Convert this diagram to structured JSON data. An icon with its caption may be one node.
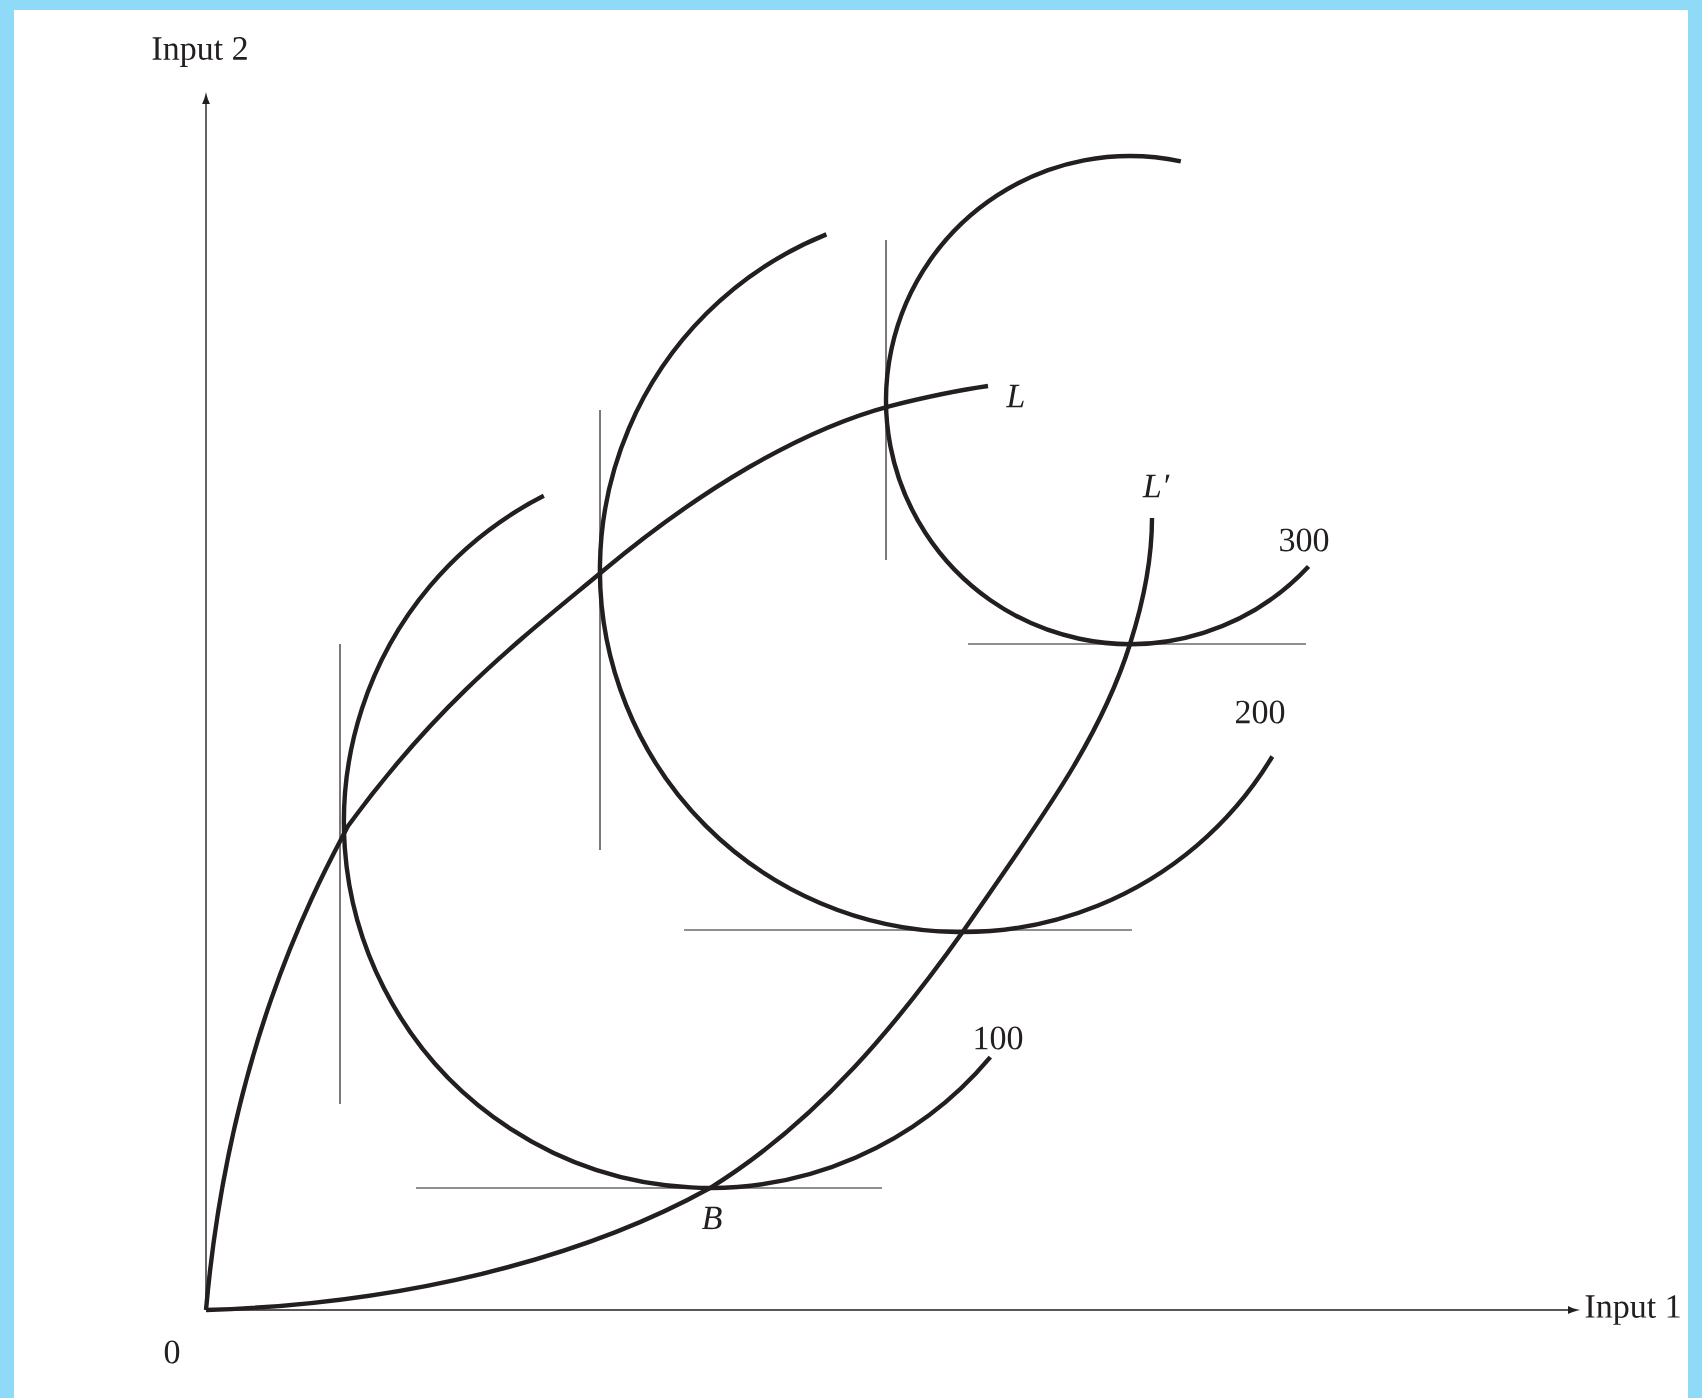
{
  "diagram": {
    "labels": [
      "Input 2",
      "Input 1",
      "0",
      "L",
      "L′",
      "300",
      "200",
      "100",
      "B"
    ]
  }
}
